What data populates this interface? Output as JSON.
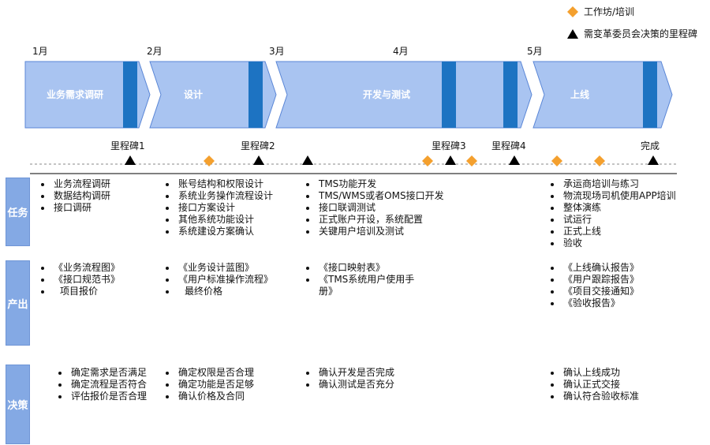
{
  "legend": {
    "workshop": "工作坊/培训",
    "milestone": "需变革委员会决策的里程碑"
  },
  "months": [
    "1月",
    "2月",
    "3月",
    "4月",
    "5月"
  ],
  "phases": [
    "业务需求调研",
    "设计",
    "开发与测试",
    "上线"
  ],
  "milestones": {
    "m1": "里程碑1",
    "m2": "里程碑2",
    "m3": "里程碑3",
    "m4": "里程碑4",
    "done": "完成"
  },
  "rows": {
    "tasks": "任务",
    "outputs": "产出",
    "decisions": "决策"
  },
  "tasks": [
    [
      "业务流程调研",
      "数据结构调研",
      "接口调研"
    ],
    [
      "账号结构和权限设计",
      "系统业务操作流程设计",
      "接口方案设计",
      "其他系统功能设计",
      "系统建设方案确认"
    ],
    [
      "TMS功能开发",
      "TMS/WMS或者OMS接口开发",
      "接口联调测试",
      "正式账户开设，系统配置",
      "关键用户培训及测试"
    ],
    [
      "承运商培训与练习",
      "物流现场司机使用APP培训",
      "整体演练",
      "试运行",
      "正式上线",
      "验收"
    ]
  ],
  "outputs": [
    [
      "《业务流程图》",
      "《接口规范书》",
      "项目报价"
    ],
    [
      "《业务设计蓝图》",
      "《用户标准操作流程》",
      "最终价格"
    ],
    [
      "《接口映射表》",
      "《TMS系统用户使用手册》"
    ],
    [
      "《上线确认报告》",
      "《用户跟踪报告》",
      "《项目交接通知》",
      "《验收报告》"
    ]
  ],
  "decisions": [
    [
      "确定需求是否满足",
      "确定流程是否符合",
      "评估报价是否合理"
    ],
    [
      "确定权限是否合理",
      "确定功能是否足够",
      "确认价格及合同"
    ],
    [
      "确认开发是否完成",
      "确认测试是否充分"
    ],
    [
      "确认上线成功",
      "确认正式交接",
      "确认符合验收标准"
    ]
  ],
  "colors": {
    "phase_fill": "#a9c4f1",
    "phase_edge": "#5a86d6",
    "phase_bar": "#1d73c2",
    "row_label": "#84a9e4",
    "diamond": "#f4a02e",
    "triangle": "#000000"
  }
}
